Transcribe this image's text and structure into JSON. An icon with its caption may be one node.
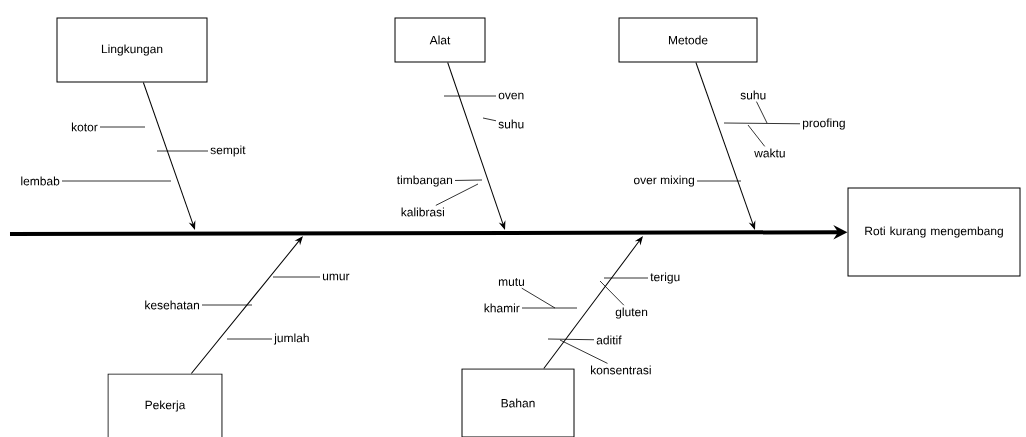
{
  "diagram": {
    "nodes": [
      {
        "text": [
          "Lingkungan"
        ]
      },
      {
        "text": [
          "Alat"
        ]
      },
      {
        "text": [
          "Metode"
        ]
      },
      {
        "text": [
          "Roti kurang mengembang"
        ]
      },
      {
        "text": [
          "Pekerja"
        ]
      },
      {
        "text": [
          "Bahan"
        ]
      },
      {
        "text": [
          "kotor"
        ]
      },
      {
        "text": [
          "sempit"
        ]
      },
      {
        "text": [
          "lembab"
        ]
      },
      {
        "text": [
          "oven"
        ]
      },
      {
        "text": [
          "suhu"
        ]
      },
      {
        "text": [
          "timbangan"
        ]
      },
      {
        "text": [
          "kalibrasi"
        ]
      },
      {
        "text": [
          "suhu"
        ]
      },
      {
        "text": [
          "proofing"
        ]
      },
      {
        "text": [
          "waktu"
        ]
      },
      {
        "text": [
          "over mixing"
        ]
      },
      {
        "text": [
          "kesehatan"
        ]
      },
      {
        "text": [
          "umur"
        ]
      },
      {
        "text": [
          "jumlah"
        ]
      },
      {
        "text": [
          "mutu"
        ]
      },
      {
        "text": [
          "khamir"
        ]
      },
      {
        "text": [
          "terigu"
        ]
      },
      {
        "text": [
          "gluten"
        ]
      },
      {
        "text": [
          "aditif"
        ]
      },
      {
        "text": [
          "konsentrasi"
        ]
      }
    ],
    "edges": [
      {
        "from": null,
        "to": 3,
        "arrow": "to",
        "style": "thick"
      },
      {
        "from": 0,
        "to": null,
        "arrow": "to"
      },
      {
        "from": 1,
        "to": null,
        "arrow": "to"
      },
      {
        "from": 2,
        "to": null,
        "arrow": "to"
      },
      {
        "from": 4,
        "to": null,
        "arrow": "to"
      },
      {
        "from": 5,
        "to": null,
        "arrow": "to"
      },
      {
        "from": 6,
        "to": null,
        "arrow": "none"
      },
      {
        "from": 7,
        "to": null,
        "arrow": "none"
      },
      {
        "from": 8,
        "to": null,
        "arrow": "none"
      },
      {
        "from": 9,
        "to": null,
        "arrow": "none"
      },
      {
        "from": 10,
        "to": null,
        "arrow": "none"
      },
      {
        "from": 11,
        "to": null,
        "arrow": "none"
      },
      {
        "from": 12,
        "to": null,
        "arrow": "none"
      },
      {
        "from": 13,
        "to": null,
        "arrow": "none"
      },
      {
        "from": 14,
        "to": null,
        "arrow": "none"
      },
      {
        "from": 15,
        "to": null,
        "arrow": "none"
      },
      {
        "from": 16,
        "to": null,
        "arrow": "none"
      },
      {
        "from": 17,
        "to": null,
        "arrow": "none"
      },
      {
        "from": 18,
        "to": null,
        "arrow": "none"
      },
      {
        "from": 19,
        "to": null,
        "arrow": "none"
      },
      {
        "from": 20,
        "to": null,
        "arrow": "none"
      },
      {
        "from": 21,
        "to": null,
        "arrow": "none"
      },
      {
        "from": 22,
        "to": null,
        "arrow": "none"
      },
      {
        "from": 23,
        "to": null,
        "arrow": "none"
      },
      {
        "from": 24,
        "to": null,
        "arrow": "none"
      },
      {
        "from": 25,
        "to": null,
        "arrow": "none"
      }
    ]
  }
}
